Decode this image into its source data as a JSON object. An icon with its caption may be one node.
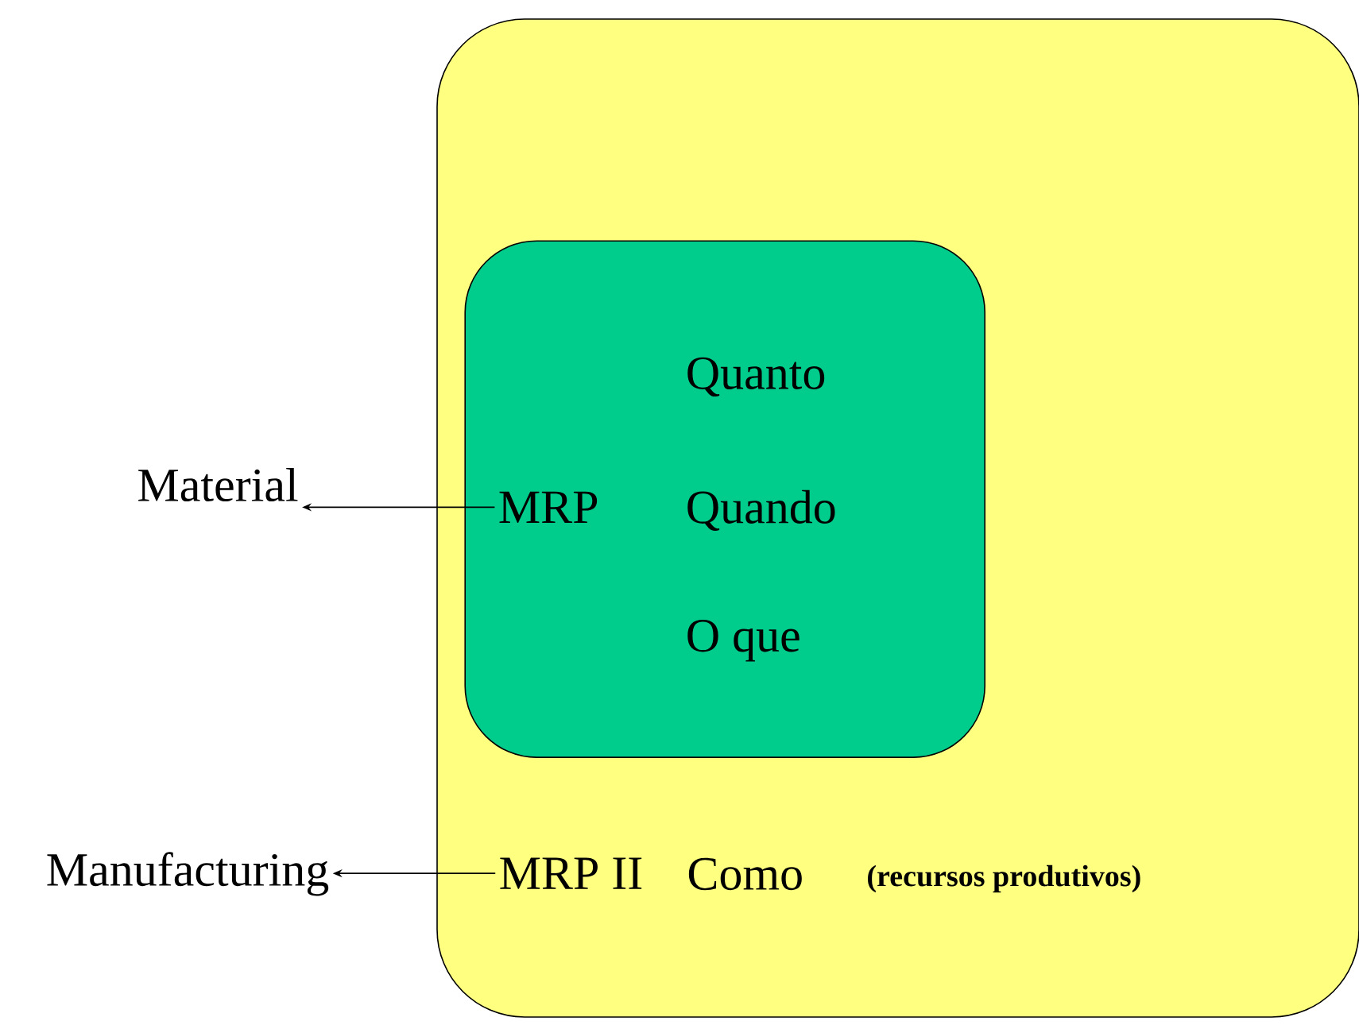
{
  "diagram": {
    "nodes": [
      {
        "text": [],
        "shape": "box"
      },
      {
        "text": [],
        "shape": "box",
        "in": 0
      },
      {
        "text": [
          "Material"
        ]
      },
      {
        "text": [
          "MRP"
        ],
        "in": 1
      },
      {
        "text": [
          "Quanto"
        ],
        "in": 1
      },
      {
        "text": [
          "Quando"
        ],
        "in": 1
      },
      {
        "text": [
          "O que"
        ],
        "in": 1
      },
      {
        "text": [
          "Manufacturing"
        ]
      },
      {
        "text": [
          "MRP II"
        ],
        "in": 0
      }
    ],
    "edges": [
      {
        "from": 3,
        "to": 2,
        "arrow": "to"
      },
      {
        "from": 8,
        "to": 7,
        "arrow": "to"
      }
    ],
    "labels": [
      "Como",
      "(recursos produtivos)"
    ]
  }
}
